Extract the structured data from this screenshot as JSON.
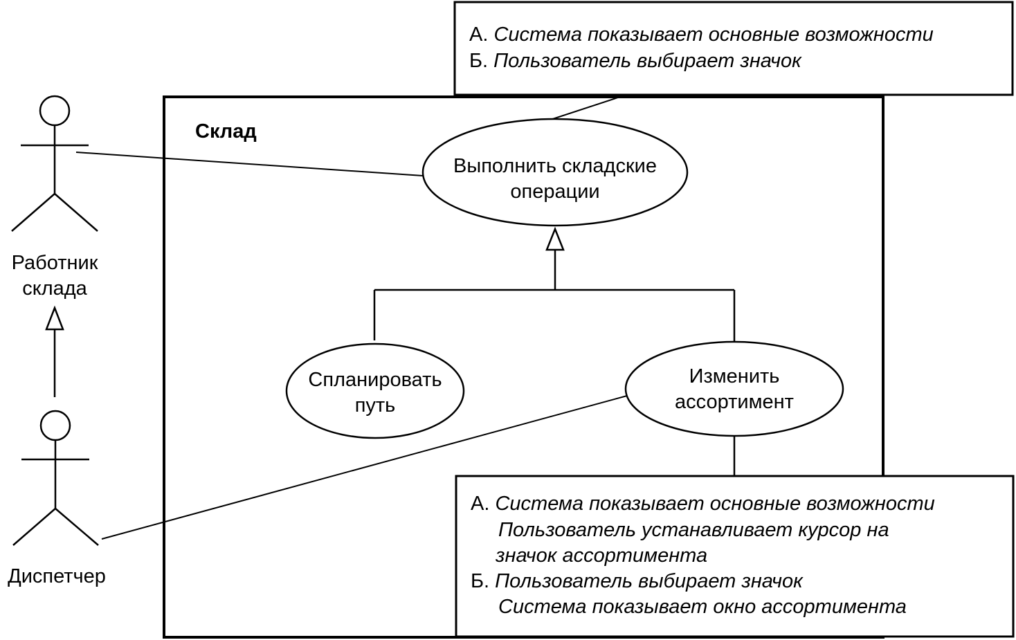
{
  "system": {
    "title": "Склад"
  },
  "actors": [
    {
      "id": "worker",
      "label_lines": [
        "Работник",
        "склада"
      ]
    },
    {
      "id": "dispatcher",
      "label_lines": [
        "Диспетчер"
      ]
    }
  ],
  "use_cases": [
    {
      "id": "perform",
      "label_lines": [
        "Выполнить складские",
        "операции"
      ]
    },
    {
      "id": "plan",
      "label_lines": [
        "Спланировать",
        "путь"
      ]
    },
    {
      "id": "change",
      "label_lines": [
        "Изменить",
        "ассортимент"
      ]
    }
  ],
  "notes": {
    "top": {
      "lines": [
        {
          "prefix": "А. ",
          "text": "Система показывает основные возможности"
        },
        {
          "prefix": "Б. ",
          "text": "Пользователь выбирает значок"
        }
      ]
    },
    "bottom": {
      "lines": [
        {
          "prefix": "А. ",
          "text": "Система показывает основные возможности"
        },
        {
          "prefix": "",
          "text": "Пользователь устанавливает курсор на"
        },
        {
          "prefix": "",
          "text": "значок ассортимента"
        },
        {
          "prefix": "Б. ",
          "text": "Пользователь выбирает значок"
        },
        {
          "prefix": "",
          "text": "Система показывает окно ассортимента"
        }
      ]
    }
  }
}
